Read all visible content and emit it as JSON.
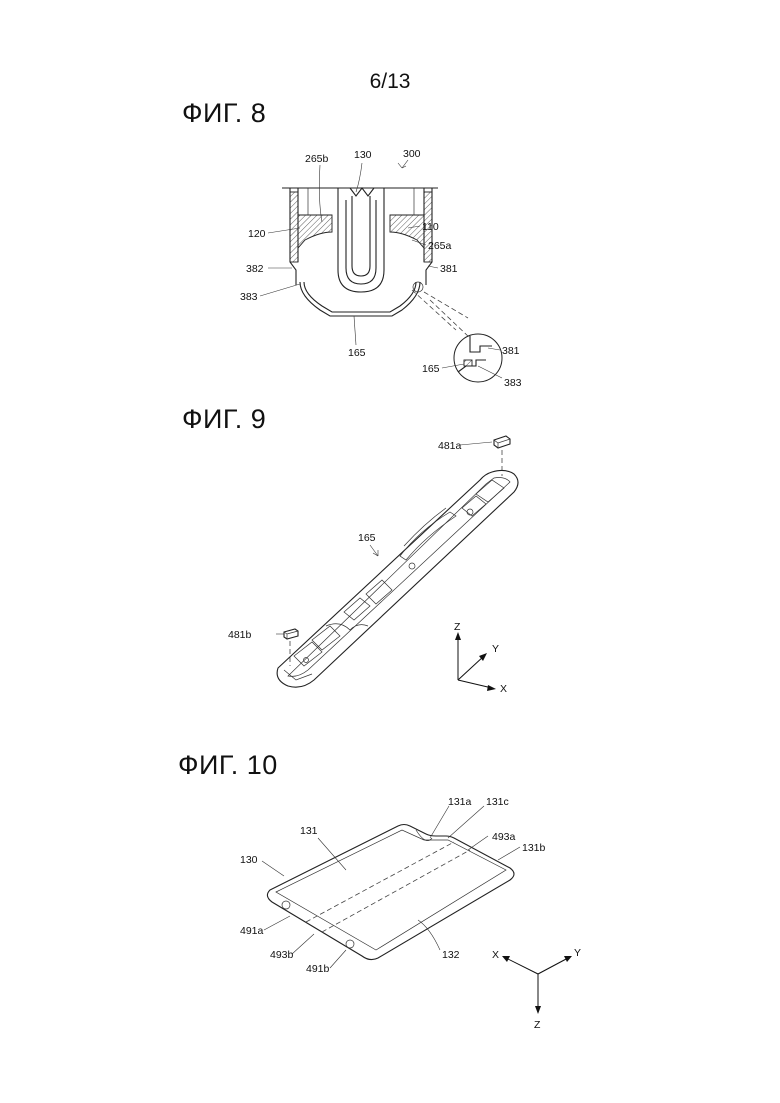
{
  "page_number": "6/13",
  "fig8": {
    "title": "ФИГ. 8",
    "labels": {
      "l300": "300",
      "l265b": "265b",
      "l130": "130",
      "l120": "120",
      "l110": "110",
      "l265a": "265a",
      "l382": "382",
      "l381": "381",
      "l383": "383",
      "l165": "165",
      "l381_detail": "381",
      "l165_detail": "165",
      "l383_detail": "383"
    }
  },
  "fig9": {
    "title": "ФИГ. 9",
    "labels": {
      "l481a": "481a",
      "l165": "165",
      "l481b": "481b"
    },
    "axes": {
      "z": "Z",
      "y": "Y",
      "x": "X"
    }
  },
  "fig10": {
    "title": "ФИГ. 10",
    "labels": {
      "l131a": "131a",
      "l131c": "131c",
      "l131": "131",
      "l493a": "493a",
      "l130": "130",
      "l131b": "131b",
      "l491a": "491a",
      "l493b": "493b",
      "l491b": "491b",
      "l132": "132"
    },
    "axes": {
      "x": "X",
      "y": "Y",
      "z": "Z"
    }
  }
}
